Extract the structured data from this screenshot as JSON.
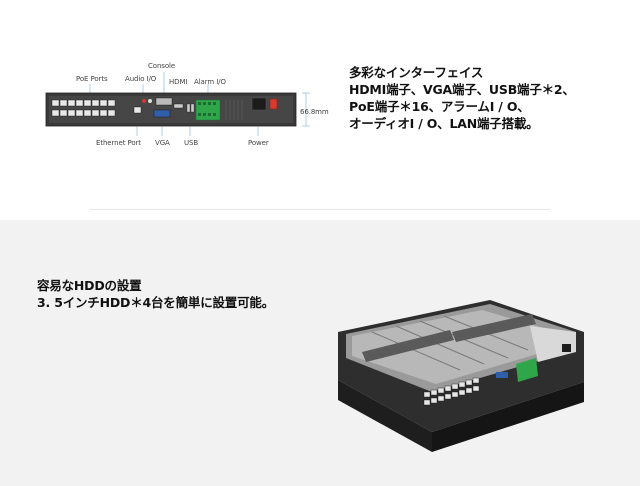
{
  "rear_panel": {
    "labels": {
      "console": "Console",
      "poe_ports": "PoE Ports",
      "audio_io": "Audio I/O",
      "hdmi": "HDMI",
      "alarm_io": "Alarm I/O",
      "ethernet_port": "Ethernet Port",
      "vga": "VGA",
      "usb": "USB",
      "power": "Power",
      "height": "66.8mm"
    }
  },
  "interfaces": {
    "lines": [
      "多彩なインターフェイス",
      "HDMI端子、VGA端子、USB端子＊2、",
      "PoE端子＊16、アラームI / O、",
      "オーディオI / O、LAN端子搭載。"
    ]
  },
  "hdd": {
    "lines": [
      "容易なHDDの設置",
      "3. 5インチHDD＊4台を簡単に設置可能。"
    ]
  },
  "colors": {
    "accent_green": "#2fa64a",
    "vga_blue": "#2f5fa8",
    "power_red": "#d23b2e",
    "background_bottom": "#f2f2f2"
  }
}
